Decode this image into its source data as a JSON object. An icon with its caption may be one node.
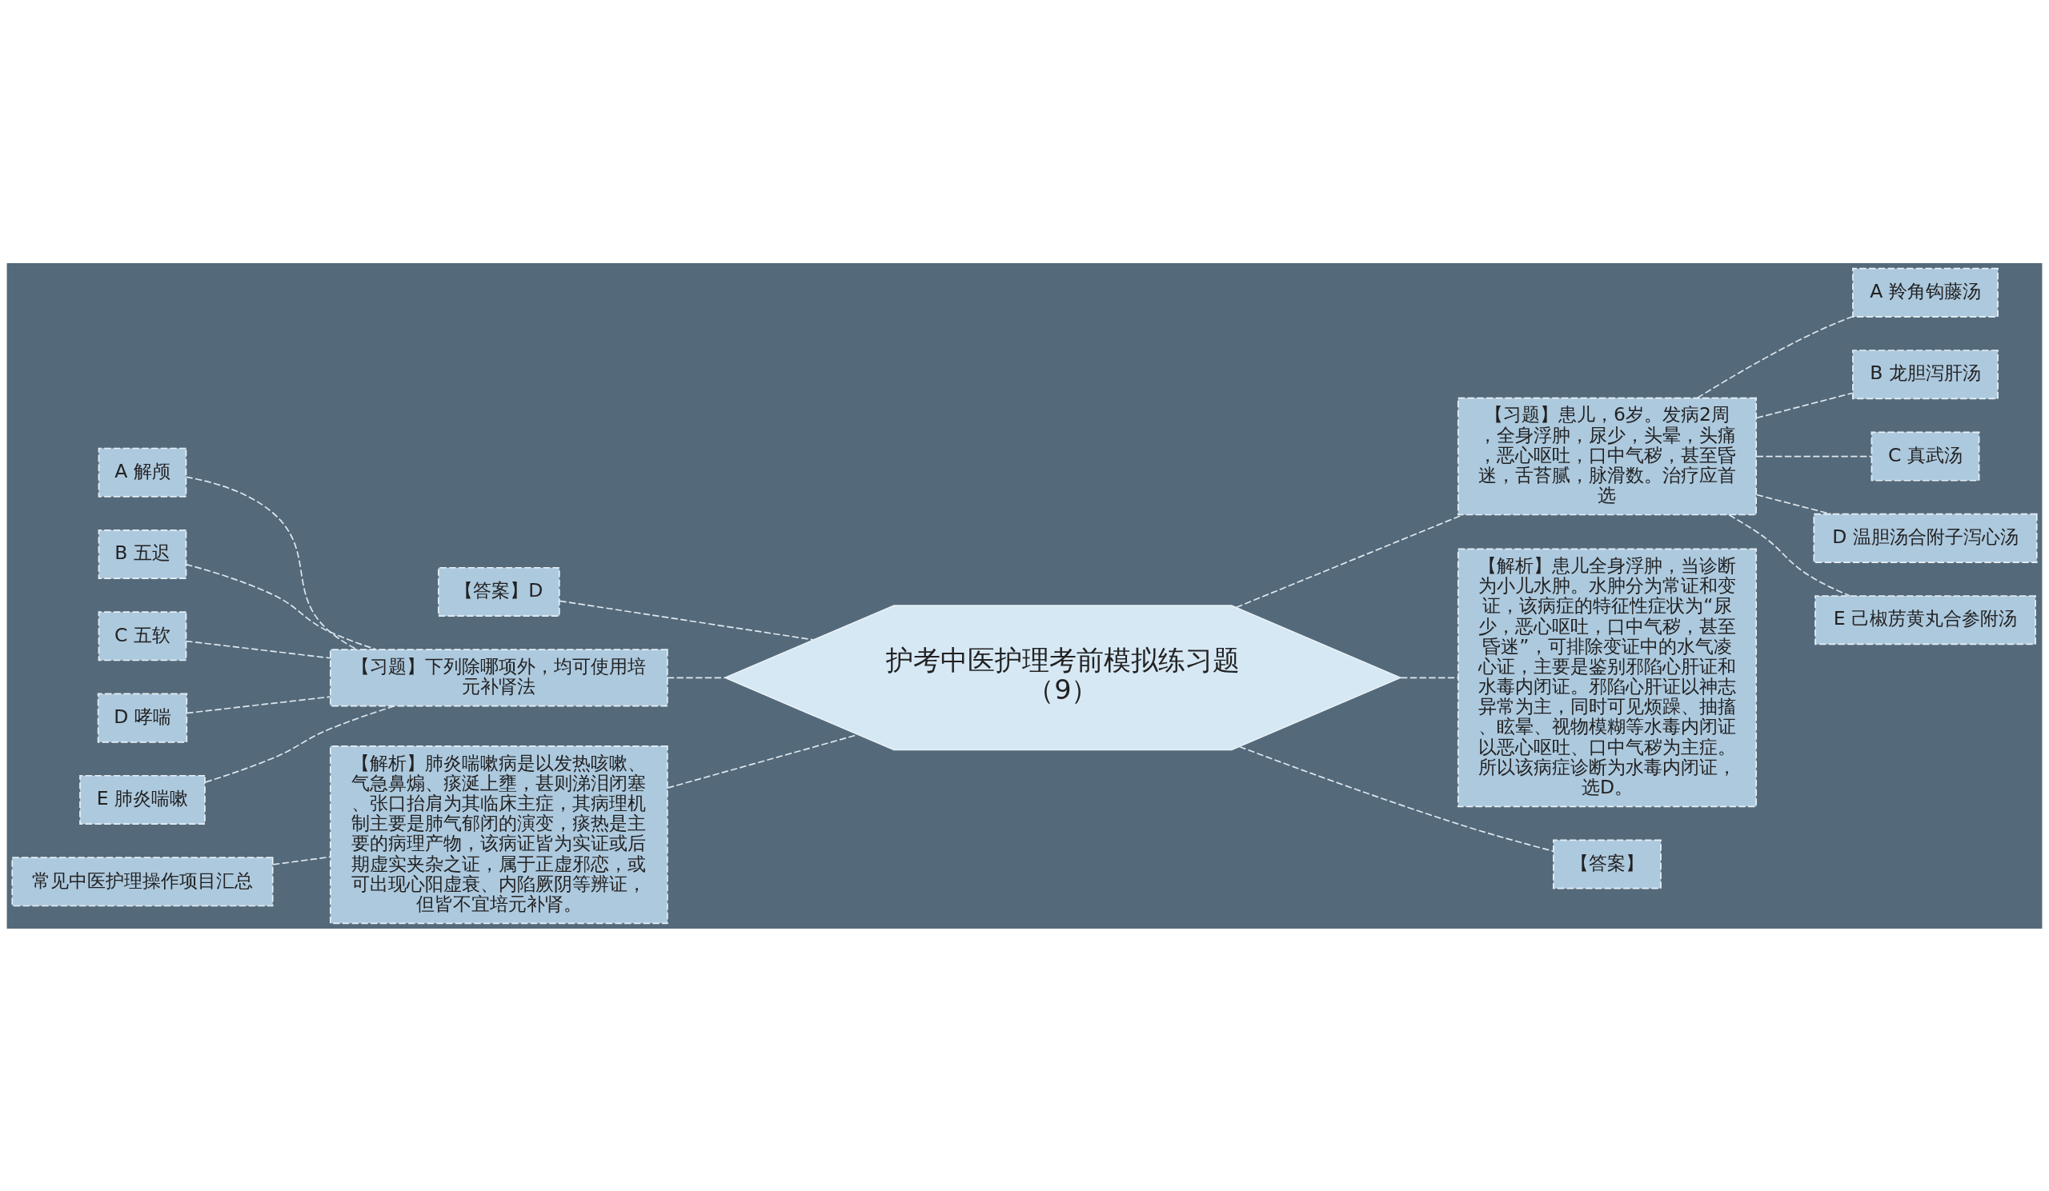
{
  "diagram": {
    "nodes": [
      {
        "text": [
          "护考中医护理考前模拟练习题（9）"
        ]
      },
      {
        "text": [
          "【答案】D"
        ]
      },
      {
        "text": [
          "【习题】下列除哪项外，均可使用培元补肾法"
        ]
      },
      {
        "text": [
          "A 解颅"
        ]
      },
      {
        "text": [
          "B 五迟"
        ]
      },
      {
        "text": [
          "C 五软"
        ]
      },
      {
        "text": [
          "D 哮喘"
        ]
      },
      {
        "text": [
          "E 肺炎喘嗽"
        ]
      },
      {
        "text": [
          "【解析】肺炎喘嗽病是以发热咳嗽、气急鼻煽、痰涎上壅，甚则涕泪闭塞、张口抬肩为其临床主症，其病理机制主要是肺气郁闭的演变，痰热是主要的病理产物，该病证皆为实证或后期虚实夹杂之证，属于正虚邪恋，或可出现心阳虚衰、内陷厥阴等辨证，但皆不宜培元补肾。"
        ]
      },
      {
        "text": [
          "常见中医护理操作项目汇总"
        ]
      },
      {
        "text": [
          "【习题】患儿，6岁。发病2周，全身浮肿，尿少，头晕，头痛，恶心呕吐，口中气秽，甚至昏迷，舌苔腻，脉滑数。治疗应首选"
        ]
      },
      {
        "text": [
          "A 羚角钩藤汤"
        ]
      },
      {
        "text": [
          "B 龙胆泻肝汤"
        ]
      },
      {
        "text": [
          "C 真武汤"
        ]
      },
      {
        "text": [
          "D 温胆汤合附子泻心汤"
        ]
      },
      {
        "text": [
          "E 己椒苈黄丸合参附汤"
        ]
      },
      {
        "text": [
          "【解析】患儿全身浮肿，当诊断为小儿水肿。水肿分为常证和变证，该病症的特征性症状为“尿少，恶心呕吐，口中气秽，甚至昏迷”，可排除变证中的水气凌心证，主要是鉴别邪陷心肝证和水毒内闭证。邪陷心肝证以神志异常为主，同时可见烦躁、抽搐、眩晕、视物模糊等水毒内闭证以恶心呕吐、口中气秽为主症。所以该病症诊断为水毒内闭证，选D。"
        ]
      },
      {
        "text": [
          "【答案】"
        ]
      }
    ],
    "edges": [
      {
        "from": 0,
        "to": 1,
        "arrow": "none",
        "style": "dashed"
      },
      {
        "from": 0,
        "to": 2,
        "arrow": "none",
        "style": "dashed"
      },
      {
        "from": 2,
        "to": 3,
        "arrow": "none",
        "style": "dashed"
      },
      {
        "from": 2,
        "to": 4,
        "arrow": "none",
        "style": "dashed"
      },
      {
        "from": 2,
        "to": 5,
        "arrow": "none",
        "style": "dashed"
      },
      {
        "from": 2,
        "to": 6,
        "arrow": "none",
        "style": "dashed"
      },
      {
        "from": 2,
        "to": 7,
        "arrow": "none",
        "style": "dashed"
      },
      {
        "from": 0,
        "to": 8,
        "arrow": "none",
        "style": "dashed"
      },
      {
        "from": 8,
        "to": 9,
        "arrow": "none",
        "style": "dashed"
      },
      {
        "from": 0,
        "to": 10,
        "arrow": "none",
        "style": "dashed"
      },
      {
        "from": 10,
        "to": 11,
        "arrow": "none",
        "style": "dashed"
      },
      {
        "from": 10,
        "to": 12,
        "arrow": "none",
        "style": "dashed"
      },
      {
        "from": 10,
        "to": 13,
        "arrow": "none",
        "style": "dashed"
      },
      {
        "from": 10,
        "to": 14,
        "arrow": "none",
        "style": "dashed"
      },
      {
        "from": 10,
        "to": 15,
        "arrow": "none",
        "style": "dashed"
      },
      {
        "from": 0,
        "to": 16,
        "arrow": "none",
        "style": "dashed"
      },
      {
        "from": 0,
        "to": 17,
        "arrow": "none",
        "style": "dashed"
      }
    ]
  }
}
